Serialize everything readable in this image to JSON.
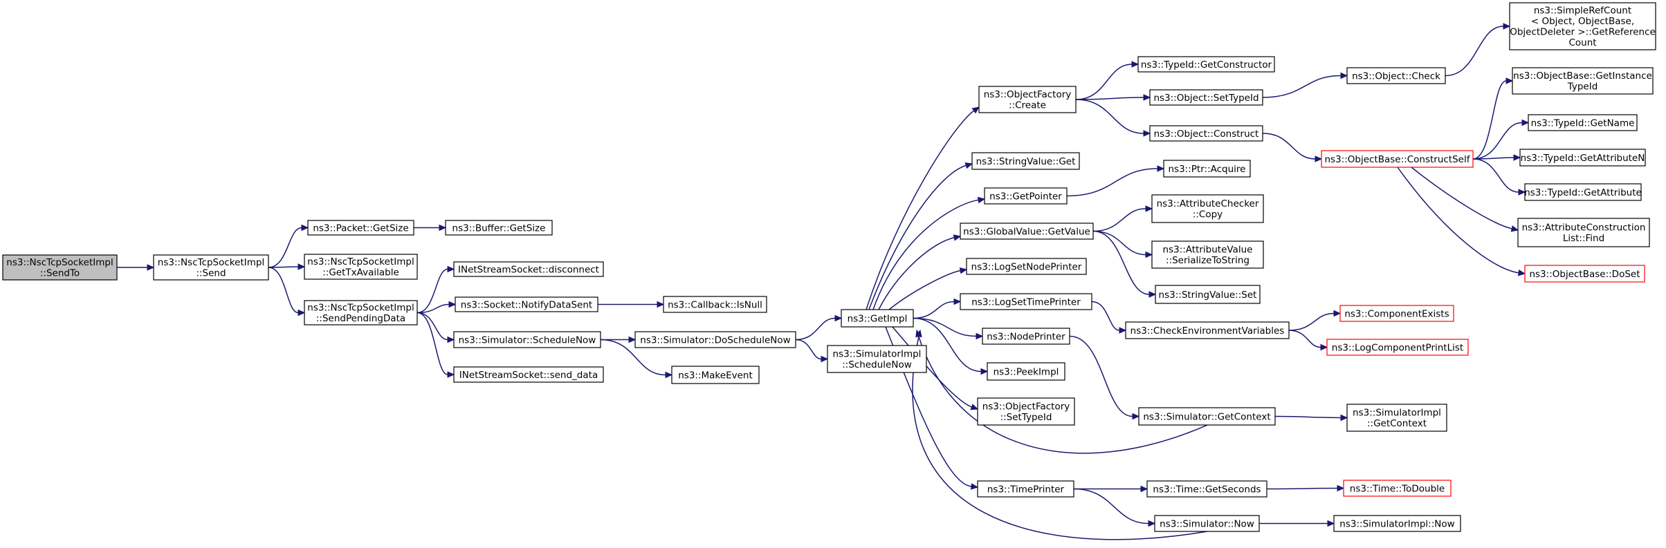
{
  "nodes": [
    {
      "id": "sendto",
      "lines": [
        "ns3::NscTcpSocketImpl",
        "::SendTo"
      ],
      "style": "root"
    },
    {
      "id": "send",
      "lines": [
        "ns3::NscTcpSocketImpl",
        "::Send"
      ]
    },
    {
      "id": "pkt_getsize",
      "lines": [
        "ns3::Packet::GetSize"
      ]
    },
    {
      "id": "buf_getsize",
      "lines": [
        "ns3::Buffer::GetSize"
      ]
    },
    {
      "id": "gettxavail",
      "lines": [
        "ns3::NscTcpSocketImpl",
        "::GetTxAvailable"
      ]
    },
    {
      "id": "sendpending",
      "lines": [
        "ns3::NscTcpSocketImpl",
        "::SendPendingData"
      ]
    },
    {
      "id": "disconnect",
      "lines": [
        "INetStreamSocket::disconnect"
      ]
    },
    {
      "id": "notifysent",
      "lines": [
        "ns3::Socket::NotifyDataSent"
      ]
    },
    {
      "id": "isnull",
      "lines": [
        "ns3::Callback::IsNull"
      ]
    },
    {
      "id": "schednow",
      "lines": [
        "ns3::Simulator::ScheduleNow"
      ]
    },
    {
      "id": "senddata",
      "lines": [
        "INetStreamSocket::send_data"
      ]
    },
    {
      "id": "doschednow",
      "lines": [
        "ns3::Simulator::DoScheduleNow"
      ]
    },
    {
      "id": "makeevent",
      "lines": [
        "ns3::MakeEvent"
      ]
    },
    {
      "id": "getimpl",
      "lines": [
        "ns3::GetImpl"
      ]
    },
    {
      "id": "simimpl_sched",
      "lines": [
        "ns3::SimulatorImpl",
        "::ScheduleNow"
      ]
    },
    {
      "id": "of_create",
      "lines": [
        "ns3::ObjectFactory",
        "::Create"
      ]
    },
    {
      "id": "sv_get",
      "lines": [
        "ns3::StringValue::Get"
      ]
    },
    {
      "id": "getpointer",
      "lines": [
        "ns3::GetPointer"
      ]
    },
    {
      "id": "gv_getvalue",
      "lines": [
        "ns3::GlobalValue::GetValue"
      ]
    },
    {
      "id": "lognode",
      "lines": [
        "ns3::LogSetNodePrinter"
      ]
    },
    {
      "id": "logtime",
      "lines": [
        "ns3::LogSetTimePrinter"
      ]
    },
    {
      "id": "nodeprinter",
      "lines": [
        "ns3::NodePrinter"
      ]
    },
    {
      "id": "peekimpl",
      "lines": [
        "ns3::PeekImpl"
      ]
    },
    {
      "id": "of_settypeid",
      "lines": [
        "ns3::ObjectFactory",
        "::SetTypeId"
      ]
    },
    {
      "id": "timeprinter",
      "lines": [
        "ns3::TimePrinter"
      ]
    },
    {
      "id": "tid_getctor",
      "lines": [
        "ns3::TypeId::GetConstructor"
      ]
    },
    {
      "id": "obj_settypeid",
      "lines": [
        "ns3::Object::SetTypeId"
      ]
    },
    {
      "id": "obj_construct",
      "lines": [
        "ns3::Object::Construct"
      ]
    },
    {
      "id": "ptr_acquire",
      "lines": [
        "ns3::Ptr::Acquire"
      ]
    },
    {
      "id": "attrcheck_copy",
      "lines": [
        "ns3::AttributeChecker",
        "::Copy"
      ]
    },
    {
      "id": "attrval_ser",
      "lines": [
        "ns3::AttributeValue",
        "::SerializeToString"
      ]
    },
    {
      "id": "sv_set",
      "lines": [
        "ns3::StringValue::Set"
      ]
    },
    {
      "id": "checkenv",
      "lines": [
        "ns3::CheckEnvironmentVariables"
      ]
    },
    {
      "id": "sim_getctx",
      "lines": [
        "ns3::Simulator::GetContext"
      ]
    },
    {
      "id": "time_getsec",
      "lines": [
        "ns3::Time::GetSeconds"
      ]
    },
    {
      "id": "sim_now",
      "lines": [
        "ns3::Simulator::Now"
      ]
    },
    {
      "id": "obj_check",
      "lines": [
        "ns3::Object::Check"
      ]
    },
    {
      "id": "ob_constructself",
      "lines": [
        "ns3::ObjectBase::ConstructSelf"
      ],
      "style": "red"
    },
    {
      "id": "compexists",
      "lines": [
        "ns3::ComponentExists"
      ],
      "style": "red"
    },
    {
      "id": "logcompprint",
      "lines": [
        "ns3::LogComponentPrintList"
      ],
      "style": "red"
    },
    {
      "id": "simimpl_getctx",
      "lines": [
        "ns3::SimulatorImpl",
        "::GetContext"
      ]
    },
    {
      "id": "time_todouble",
      "lines": [
        "ns3::Time::ToDouble"
      ],
      "style": "red"
    },
    {
      "id": "simimpl_now",
      "lines": [
        "ns3::SimulatorImpl::Now"
      ]
    },
    {
      "id": "simplerefcount",
      "lines": [
        "ns3::SimpleRefCount",
        "< Object, ObjectBase,",
        "ObjectDeleter >::GetReference",
        "Count"
      ]
    },
    {
      "id": "ob_getinstance",
      "lines": [
        "ns3::ObjectBase::GetInstance",
        "TypeId"
      ]
    },
    {
      "id": "tid_getname",
      "lines": [
        "ns3::TypeId::GetName"
      ]
    },
    {
      "id": "tid_getattrn",
      "lines": [
        "ns3::TypeId::GetAttributeN"
      ]
    },
    {
      "id": "tid_getattr",
      "lines": [
        "ns3::TypeId::GetAttribute"
      ]
    },
    {
      "id": "attrconstr_find",
      "lines": [
        "ns3::AttributeConstruction",
        "List::Find"
      ]
    },
    {
      "id": "ob_doset",
      "lines": [
        "ns3::ObjectBase::DoSet"
      ],
      "style": "red"
    }
  ],
  "edges": [
    [
      "sendto",
      "send"
    ],
    [
      "send",
      "pkt_getsize"
    ],
    [
      "send",
      "gettxavail"
    ],
    [
      "send",
      "sendpending"
    ],
    [
      "pkt_getsize",
      "buf_getsize"
    ],
    [
      "sendpending",
      "disconnect"
    ],
    [
      "sendpending",
      "notifysent"
    ],
    [
      "sendpending",
      "schednow"
    ],
    [
      "sendpending",
      "senddata"
    ],
    [
      "notifysent",
      "isnull"
    ],
    [
      "schednow",
      "doschednow"
    ],
    [
      "schednow",
      "makeevent"
    ],
    [
      "doschednow",
      "getimpl"
    ],
    [
      "doschednow",
      "simimpl_sched"
    ],
    [
      "getimpl",
      "of_create"
    ],
    [
      "getimpl",
      "sv_get"
    ],
    [
      "getimpl",
      "getpointer"
    ],
    [
      "getimpl",
      "gv_getvalue"
    ],
    [
      "getimpl",
      "lognode"
    ],
    [
      "getimpl",
      "logtime"
    ],
    [
      "getimpl",
      "nodeprinter"
    ],
    [
      "getimpl",
      "peekimpl"
    ],
    [
      "getimpl",
      "of_settypeid"
    ],
    [
      "getimpl",
      "timeprinter"
    ],
    [
      "of_create",
      "tid_getctor"
    ],
    [
      "of_create",
      "obj_settypeid"
    ],
    [
      "of_create",
      "obj_construct"
    ],
    [
      "obj_settypeid",
      "obj_check"
    ],
    [
      "obj_check",
      "simplerefcount"
    ],
    [
      "obj_construct",
      "ob_constructself"
    ],
    [
      "ob_constructself",
      "ob_getinstance"
    ],
    [
      "ob_constructself",
      "tid_getname"
    ],
    [
      "ob_constructself",
      "tid_getattrn"
    ],
    [
      "ob_constructself",
      "tid_getattr"
    ],
    [
      "ob_constructself",
      "attrconstr_find"
    ],
    [
      "ob_constructself",
      "ob_doset"
    ],
    [
      "getpointer",
      "ptr_acquire"
    ],
    [
      "gv_getvalue",
      "attrcheck_copy"
    ],
    [
      "gv_getvalue",
      "attrval_ser"
    ],
    [
      "gv_getvalue",
      "sv_set"
    ],
    [
      "logtime",
      "checkenv"
    ],
    [
      "checkenv",
      "compexists"
    ],
    [
      "checkenv",
      "logcompprint"
    ],
    [
      "nodeprinter",
      "sim_getctx"
    ],
    [
      "sim_getctx",
      "simimpl_getctx"
    ],
    [
      "sim_getctx",
      "getimpl"
    ],
    [
      "timeprinter",
      "time_getsec"
    ],
    [
      "timeprinter",
      "sim_now"
    ],
    [
      "time_getsec",
      "time_todouble"
    ],
    [
      "sim_now",
      "simimpl_now"
    ],
    [
      "sim_now",
      "getimpl"
    ]
  ]
}
